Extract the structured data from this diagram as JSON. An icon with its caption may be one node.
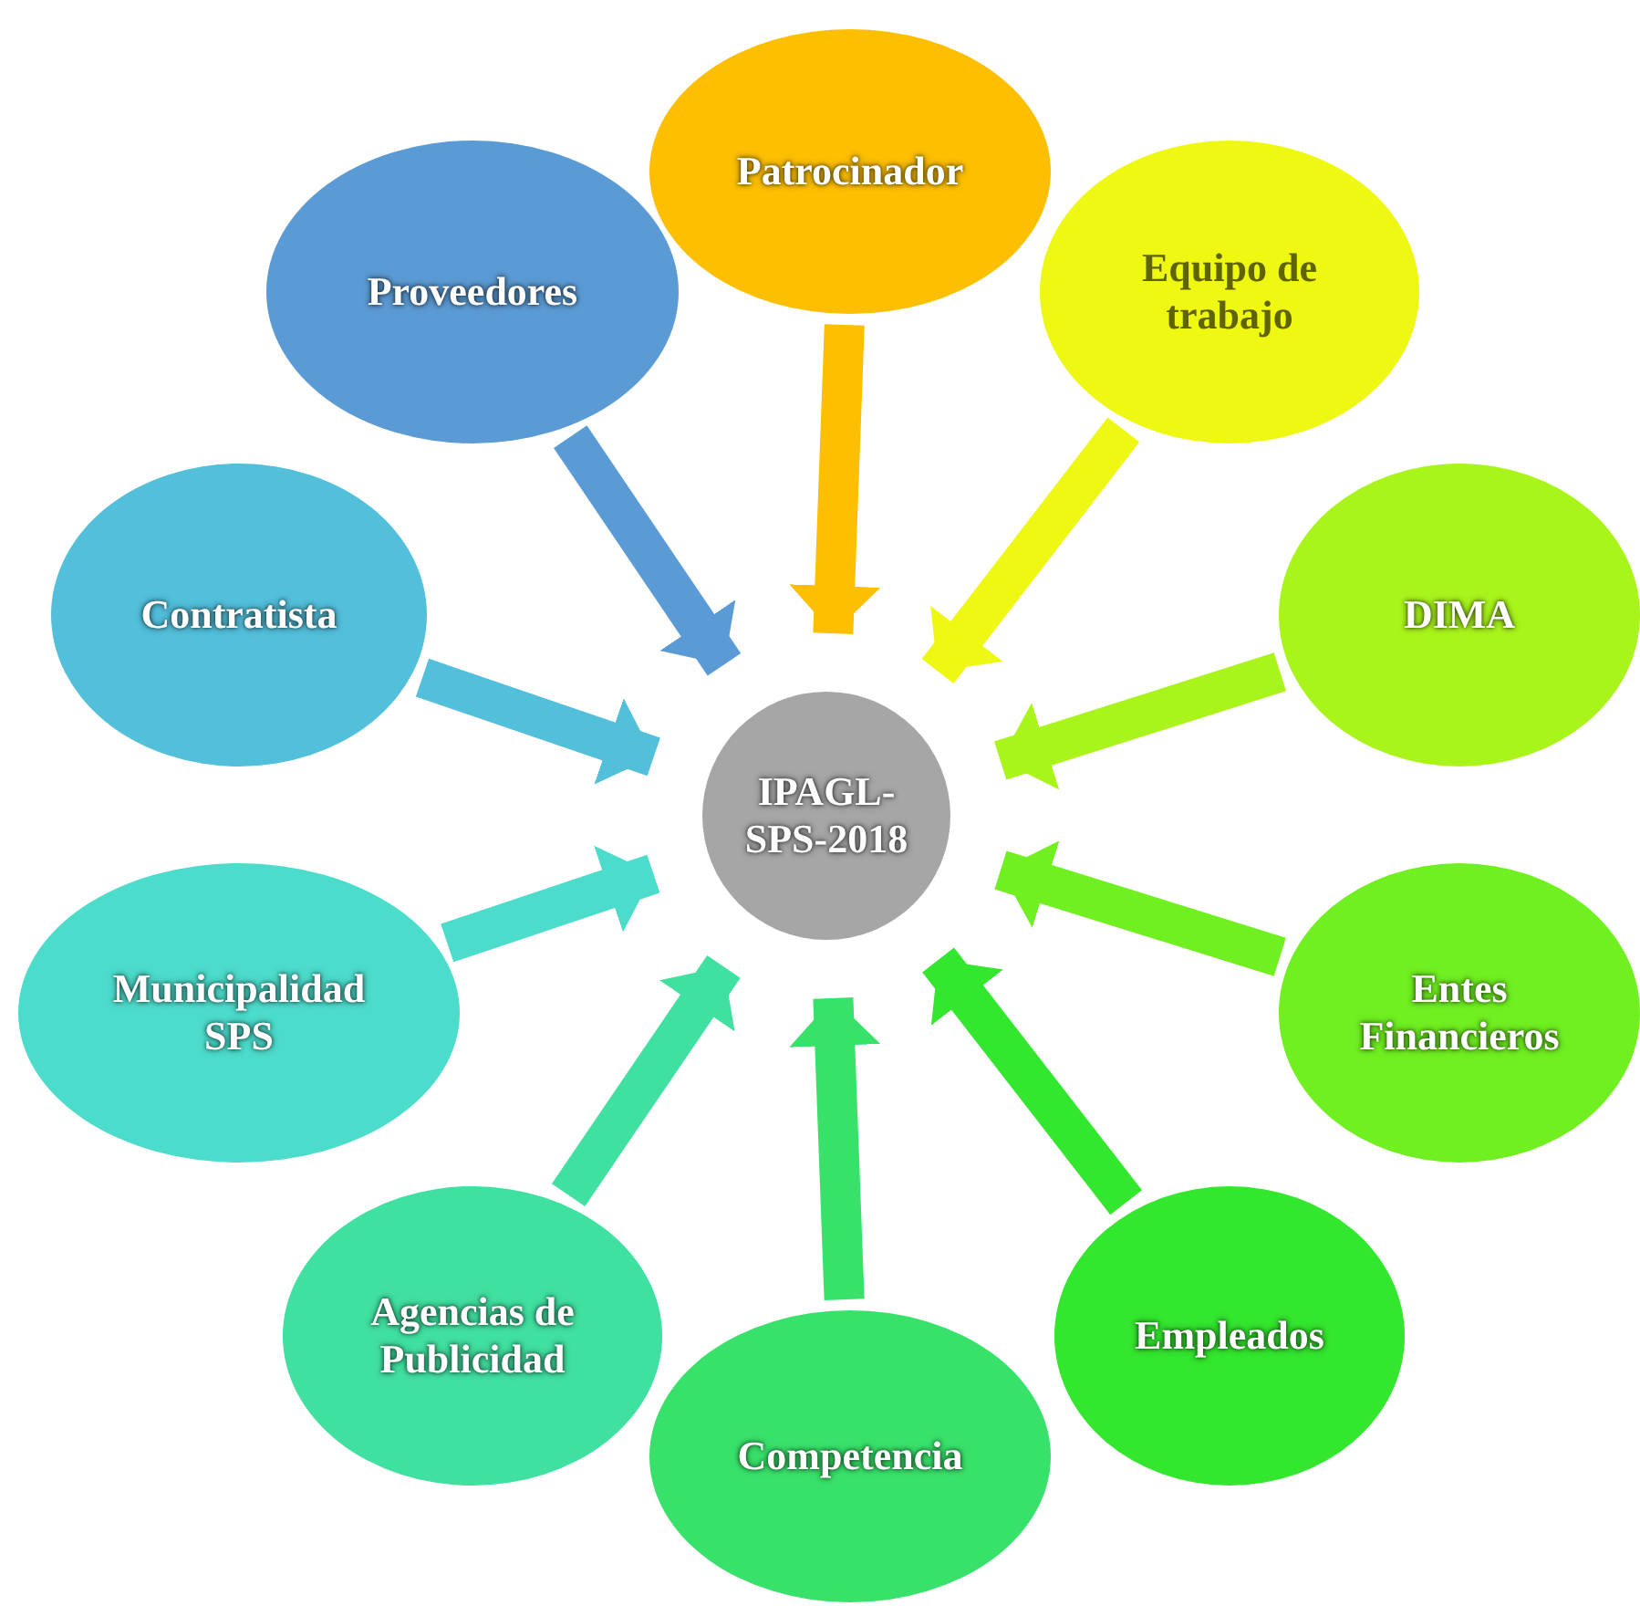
{
  "diagram": {
    "nodes": [
      {
        "text": [
          "IPAGL- SPS-2018"
        ]
      },
      {
        "text": [
          "Patrocinador"
        ]
      },
      {
        "text": [
          "Proveedores"
        ]
      },
      {
        "text": [
          "Equipo de trabajo"
        ]
      },
      {
        "text": [
          "Contratista"
        ]
      },
      {
        "text": [
          "DIMA"
        ]
      },
      {
        "text": [
          "Municipalidad SPS"
        ]
      },
      {
        "text": [
          "Entes Financieros"
        ]
      },
      {
        "text": [
          "Agencias de Publicidad"
        ]
      },
      {
        "text": [
          "Empleados"
        ]
      },
      {
        "text": [
          "Competencia"
        ]
      }
    ],
    "edges": [
      {
        "from": 1,
        "to": 0,
        "arrow": "to",
        "color": "#fdbf00"
      },
      {
        "from": 2,
        "to": 0,
        "arrow": "to",
        "color": "#5b9bd5"
      },
      {
        "from": 3,
        "to": 0,
        "arrow": "to",
        "color": "#eef812"
      },
      {
        "from": 4,
        "to": 0,
        "arrow": "to",
        "color": "#52bfdb"
      },
      {
        "from": 5,
        "to": 0,
        "arrow": "to",
        "color": "#a9f51b"
      },
      {
        "from": 6,
        "to": 0,
        "arrow": "to",
        "color": "#4cdccc"
      },
      {
        "from": 7,
        "to": 0,
        "arrow": "to",
        "color": "#70f020"
      },
      {
        "from": 8,
        "to": 0,
        "arrow": "to",
        "color": "#40e0a0"
      },
      {
        "from": 9,
        "to": 0,
        "arrow": "to",
        "color": "#33e62e"
      },
      {
        "from": 10,
        "to": 0,
        "arrow": "to",
        "color": "#38e26a"
      }
    ]
  }
}
